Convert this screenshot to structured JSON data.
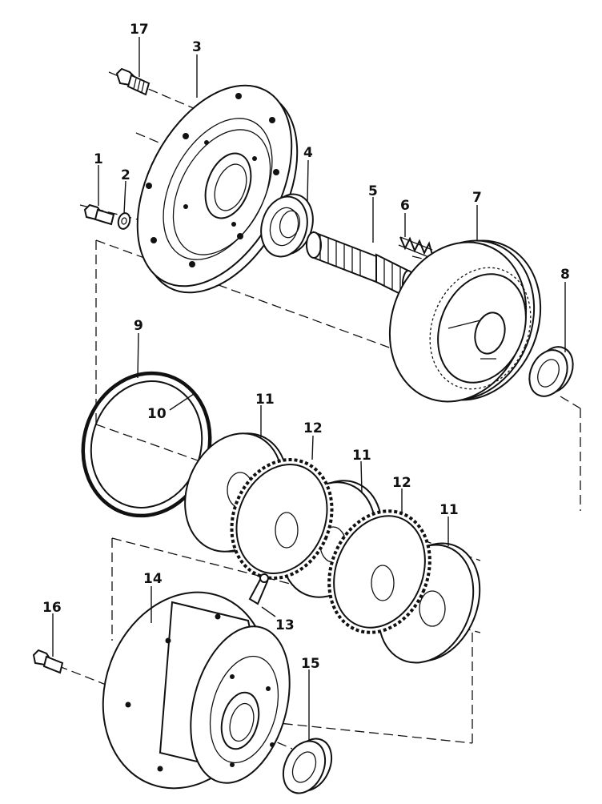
{
  "diagram": {
    "callouts": [
      {
        "id": "callout-1",
        "text": "1"
      },
      {
        "id": "callout-2",
        "text": "2"
      },
      {
        "id": "callout-3",
        "text": "3"
      },
      {
        "id": "callout-4",
        "text": "4"
      },
      {
        "id": "callout-5",
        "text": "5"
      },
      {
        "id": "callout-6",
        "text": "6"
      },
      {
        "id": "callout-7",
        "text": "7"
      },
      {
        "id": "callout-8",
        "text": "8"
      },
      {
        "id": "callout-9",
        "text": "9"
      },
      {
        "id": "callout-10",
        "text": "10"
      },
      {
        "id": "callout-11a",
        "text": "11"
      },
      {
        "id": "callout-11b",
        "text": "11"
      },
      {
        "id": "callout-11c",
        "text": "11"
      },
      {
        "id": "callout-12a",
        "text": "12"
      },
      {
        "id": "callout-12b",
        "text": "12"
      },
      {
        "id": "callout-13",
        "text": "13"
      },
      {
        "id": "callout-14",
        "text": "14"
      },
      {
        "id": "callout-15",
        "text": "15"
      },
      {
        "id": "callout-16",
        "text": "16"
      },
      {
        "id": "callout-17",
        "text": "17"
      }
    ]
  }
}
